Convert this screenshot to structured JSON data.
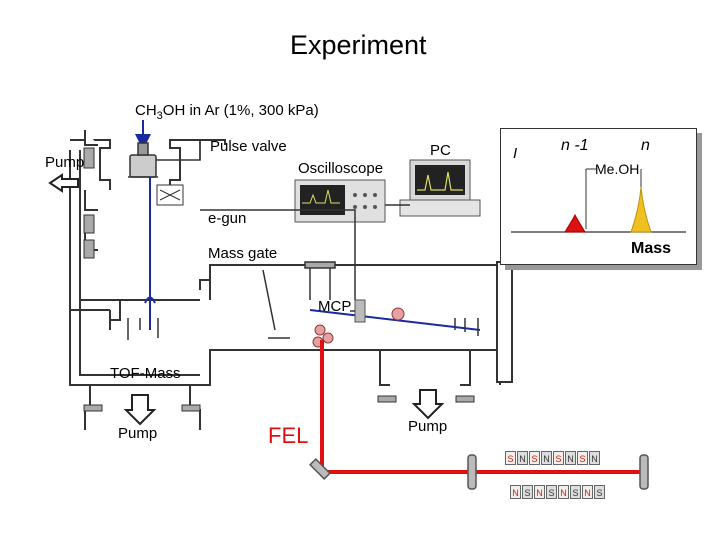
{
  "title": "Experiment",
  "sample": {
    "prefix": "CH",
    "sub": "3",
    "suffix": "OH  in  Ar (1%, 300 kPa)"
  },
  "labels": {
    "pulse_valve": "Pulse valve",
    "pump_left": "Pump",
    "oscilloscope": "Oscilloscope",
    "pc": "PC",
    "egun": "e-gun",
    "mass_gate": "Mass gate",
    "mcp": "MCP",
    "tof_mass": "TOF-Mass",
    "pump_bottom_left": "Pump",
    "fel": "FEL",
    "pump_bottom_right": "Pump"
  },
  "spectrum": {
    "axis_y": "I",
    "peak_left": "n -1",
    "peak_right": "n",
    "species": "Me.OH",
    "axis_x": "Mass",
    "peak_left_color": "#dd1111",
    "peak_right_color": "#f0c020"
  },
  "undulator": {
    "top_row": [
      "S",
      "N",
      "S",
      "N",
      "S",
      "N",
      "S",
      "N"
    ],
    "bottom_row": [
      "N",
      "S",
      "N",
      "S",
      "N",
      "S",
      "N",
      "S"
    ]
  },
  "colors": {
    "fel_beam": "#e01010",
    "ion_path": "#1a2aa0",
    "chamber_outline": "#333333"
  }
}
